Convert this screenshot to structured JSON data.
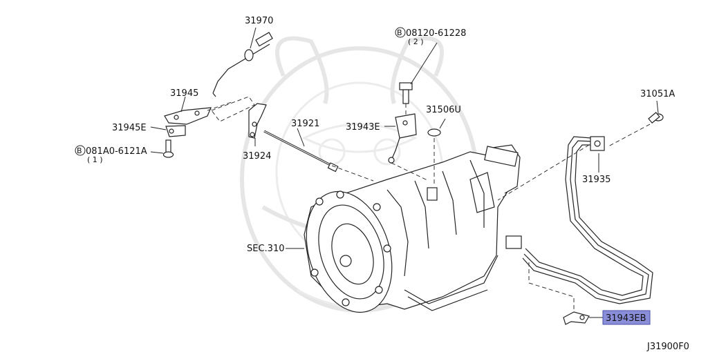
{
  "diagram": {
    "code": "J31900F0",
    "labels": {
      "p31970": "31970",
      "p31945": "31945",
      "p31945e": "31945E",
      "bolt_b081a0": "081A0-6121A",
      "bolt_b081a0_qty": "( 1 )",
      "p31924": "31924",
      "p31921": "31921",
      "bolt_b08120": "08120-61228",
      "bolt_b08120_qty": "( 2 )",
      "p31943e": "31943E",
      "p31506u": "31506U",
      "p31051a": "31051A",
      "p31935": "31935",
      "sec310": "SEC.310",
      "p31943eb": "31943EB"
    },
    "bolt_marker": "B",
    "highlight_color": "#8a8ed8"
  }
}
